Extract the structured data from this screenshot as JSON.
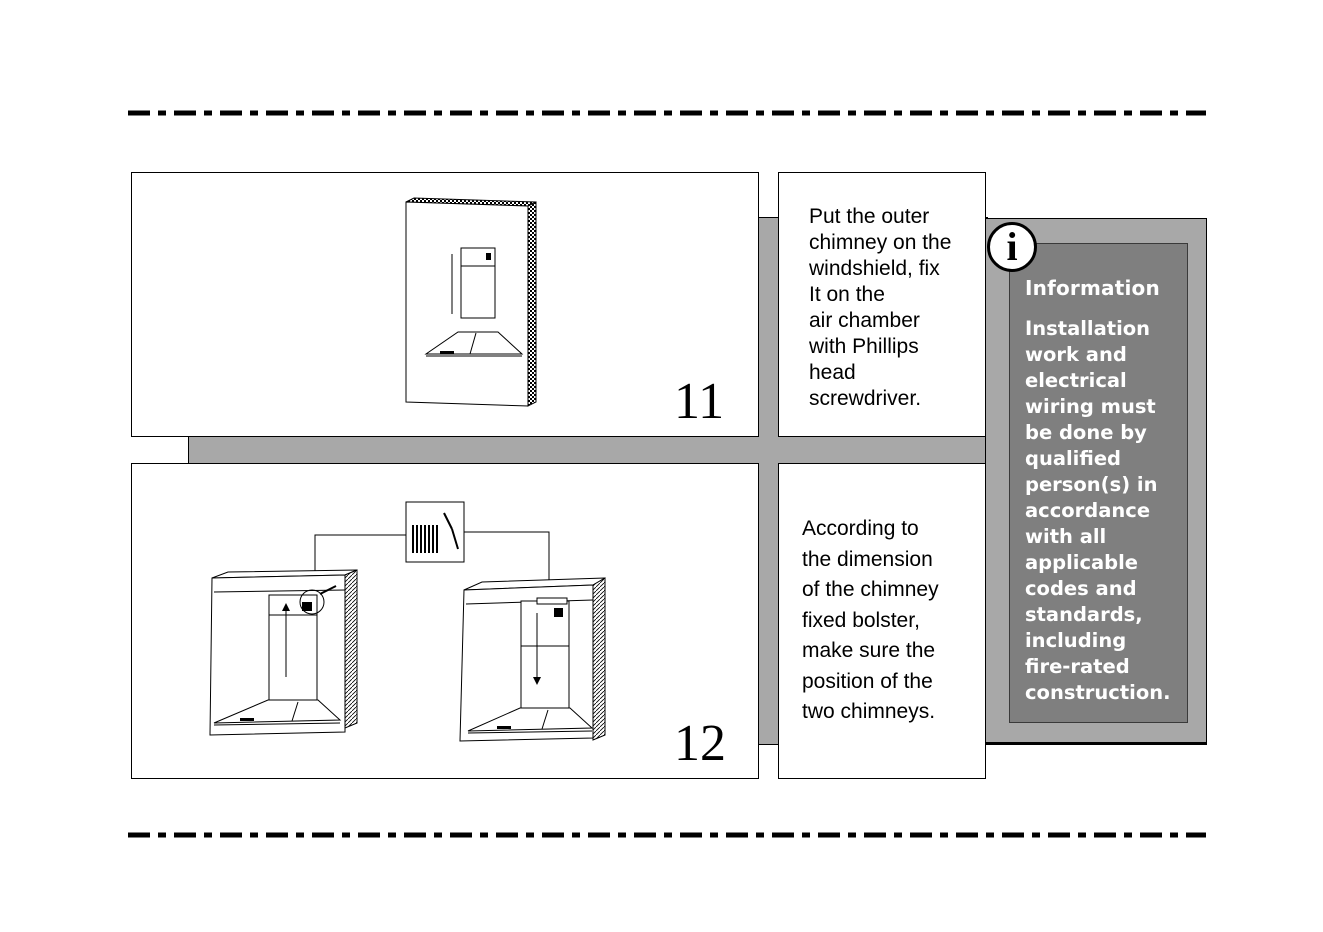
{
  "steps": [
    {
      "number": "11",
      "text": "Put the outer\nchimney on the\nwindshield,  fix\nIt on the\nair chamber\nwith Phillips\nhead\nscrewdriver."
    },
    {
      "number": "12",
      "text": "According to\nthe dimension\nof the chimney\nfixed bolster,\nmake sure the\nposition of the\ntwo chimneys."
    }
  ],
  "info": {
    "icon": "info-icon",
    "icon_glyph": "i",
    "title": "Information",
    "body": "Installation\nwork and\nelectrical\nwiring must\nbe done by\nqualified\nperson(s) in\naccordance\nwith all\napplicable\ncodes and\nstandards,\nincluding\nfire-rated\nconstruction."
  },
  "colors": {
    "band_gray": "#a8a8a8",
    "info_dark": "#7f7f7f",
    "line": "#000000"
  }
}
